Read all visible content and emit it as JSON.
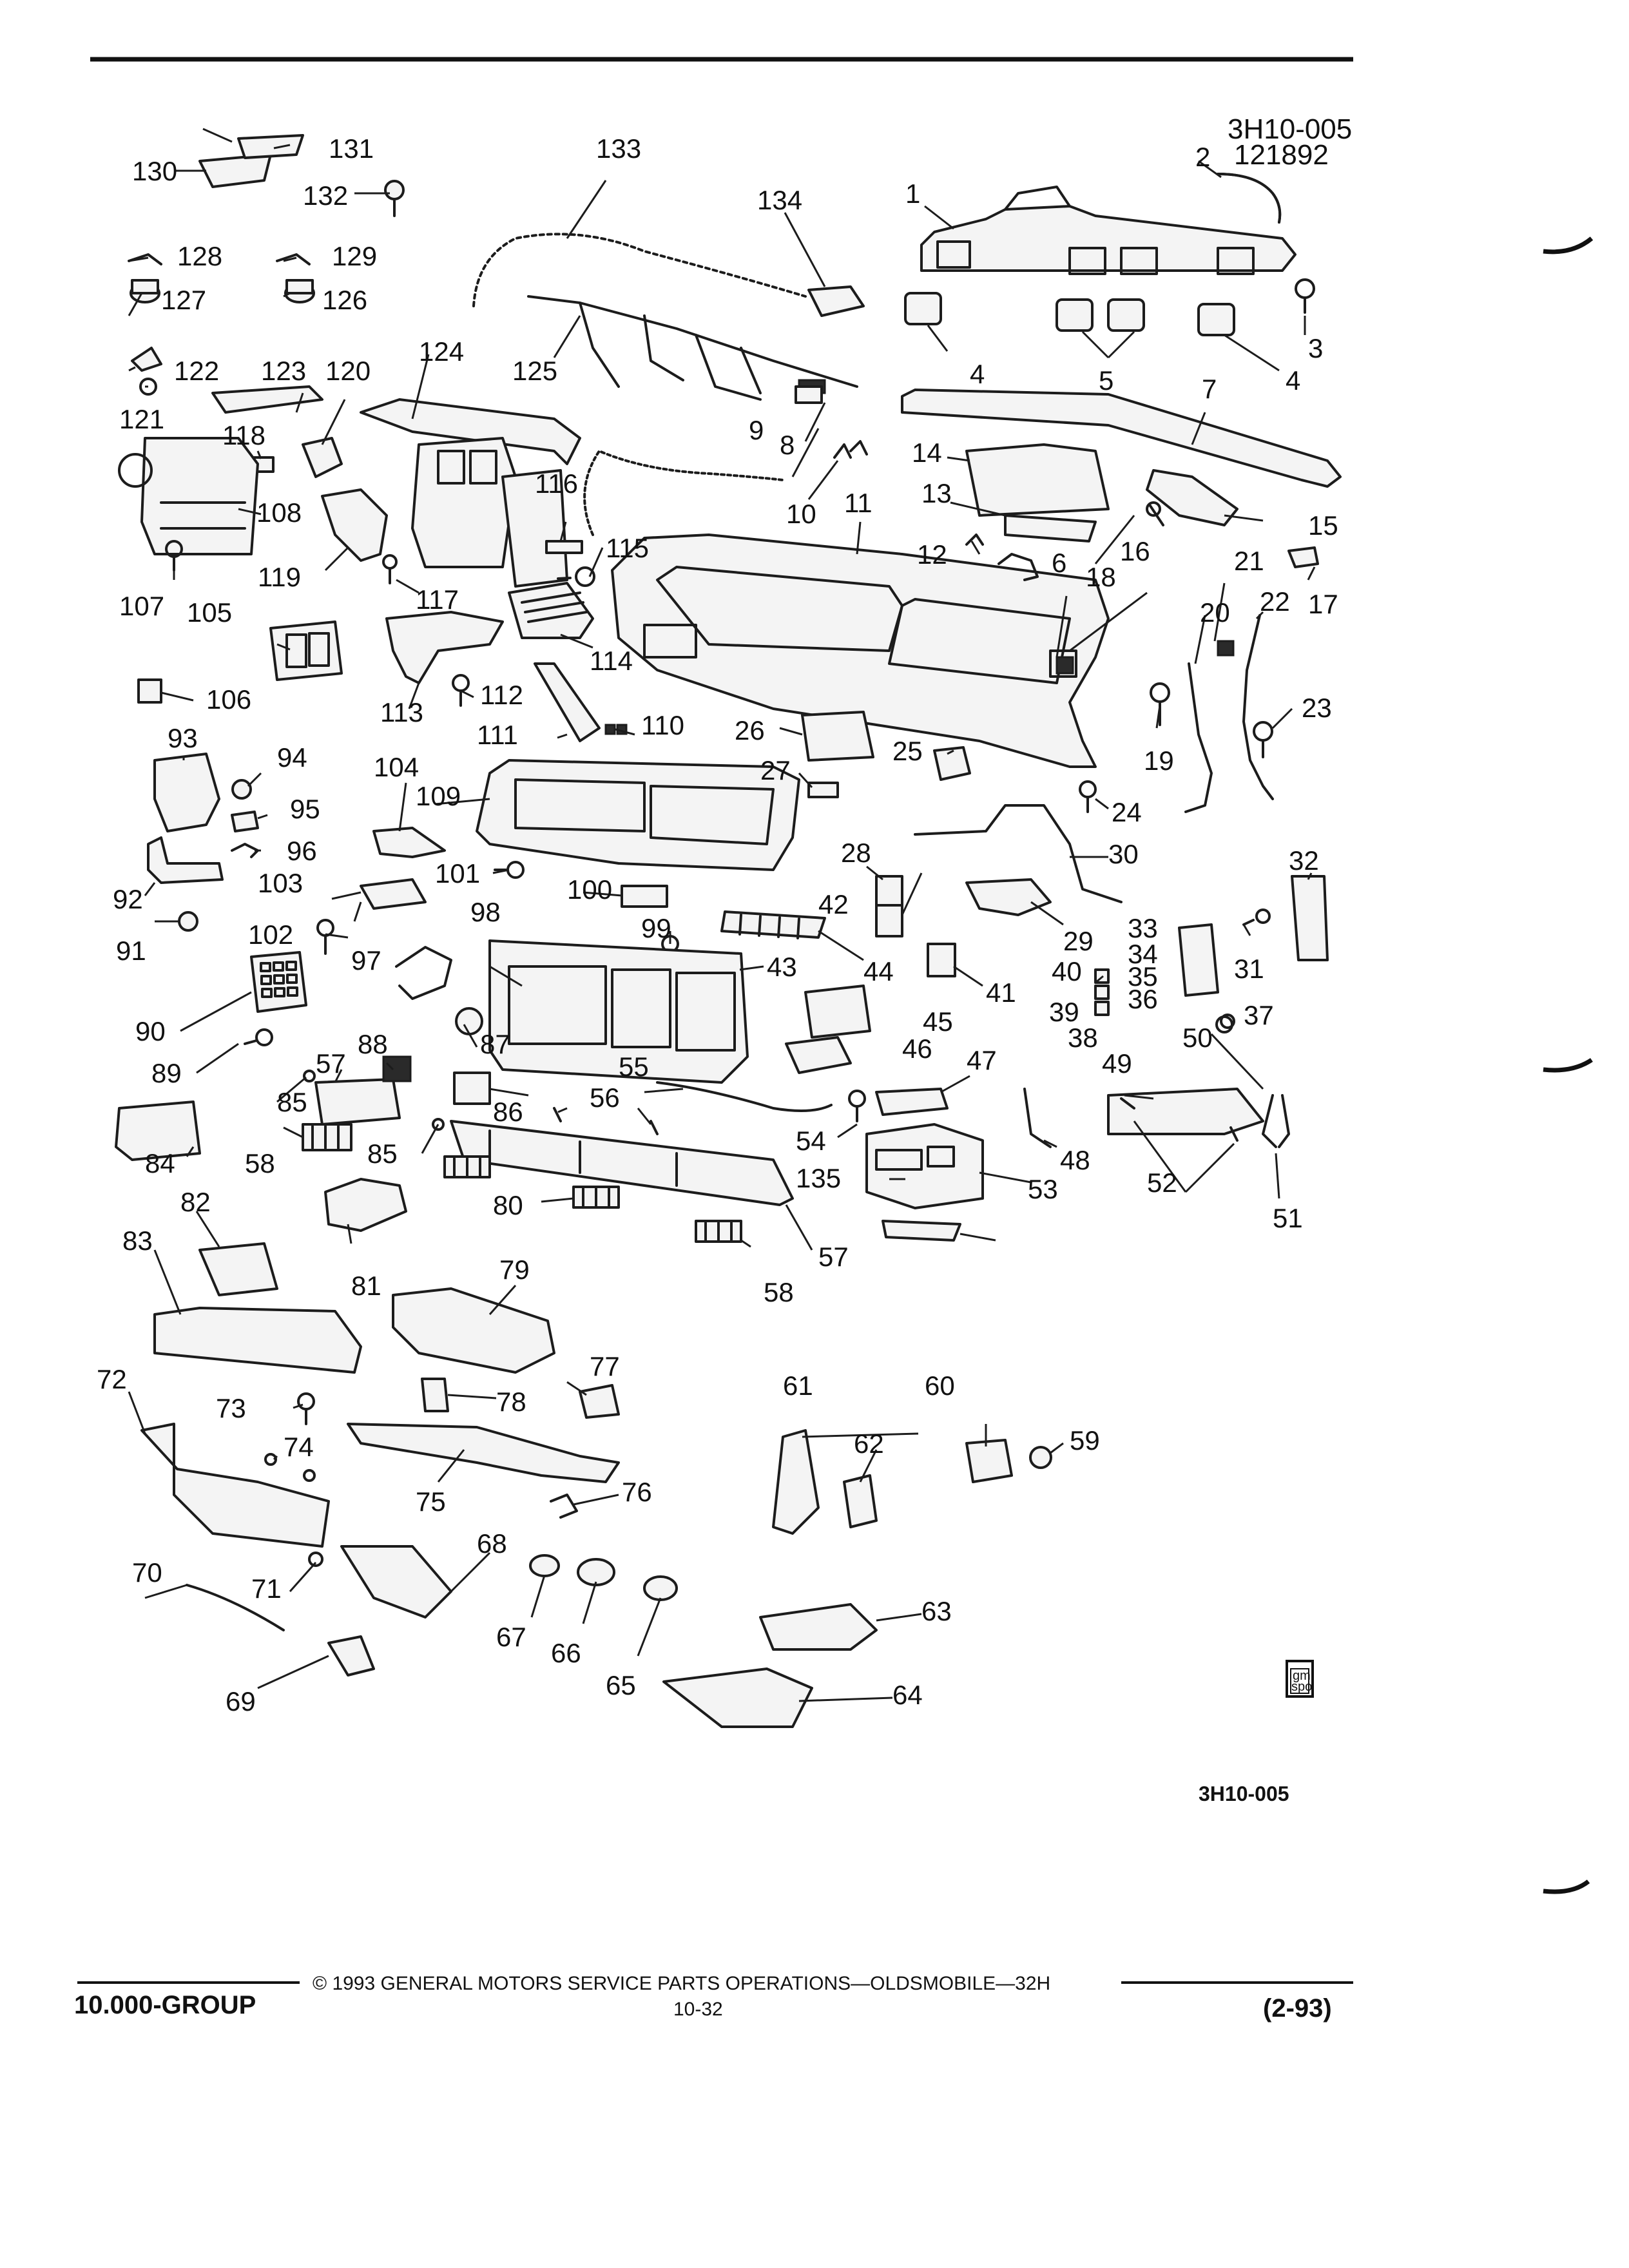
{
  "header": {
    "illustration_code": "3H10-005",
    "illustration_date": "121892"
  },
  "callouts": [
    "1",
    "2",
    "3",
    "4",
    "5",
    "6",
    "7",
    "8",
    "9",
    "10",
    "11",
    "12",
    "13",
    "14",
    "15",
    "16",
    "17",
    "18",
    "19",
    "20",
    "21",
    "22",
    "23",
    "24",
    "25",
    "26",
    "27",
    "28",
    "29",
    "30",
    "31",
    "32",
    "33",
    "34",
    "35",
    "36",
    "37",
    "38",
    "39",
    "40",
    "41",
    "42",
    "43",
    "44",
    "45",
    "46",
    "47",
    "48",
    "49",
    "50",
    "51",
    "52",
    "53",
    "54",
    "55",
    "56",
    "57",
    "58",
    "59",
    "60",
    "61",
    "62",
    "63",
    "64",
    "65",
    "66",
    "67",
    "68",
    "69",
    "70",
    "71",
    "72",
    "73",
    "74",
    "75",
    "76",
    "77",
    "78",
    "79",
    "80",
    "81",
    "82",
    "83",
    "84",
    "85",
    "86",
    "87",
    "88",
    "89",
    "90",
    "91",
    "92",
    "93",
    "94",
    "95",
    "96",
    "97",
    "98",
    "99",
    "100",
    "101",
    "102",
    "103",
    "104",
    "105",
    "106",
    "107",
    "108",
    "109",
    "110",
    "111",
    "112",
    "113",
    "114",
    "115",
    "116",
    "117",
    "118",
    "119",
    "120",
    "121",
    "122",
    "123",
    "124",
    "125",
    "126",
    "127",
    "128",
    "129",
    "130",
    "131",
    "132",
    "133",
    "134",
    "135"
  ],
  "logo": {
    "text_top": "gm",
    "text_bottom": "spo"
  },
  "diagram_code": "3H10-005",
  "footer": {
    "group": "10.000-GROUP",
    "copyright": "© 1993 GENERAL MOTORS SERVICE PARTS OPERATIONS—OLDSMOBILE—32H",
    "page": "10-32",
    "date": "(2-93)"
  }
}
